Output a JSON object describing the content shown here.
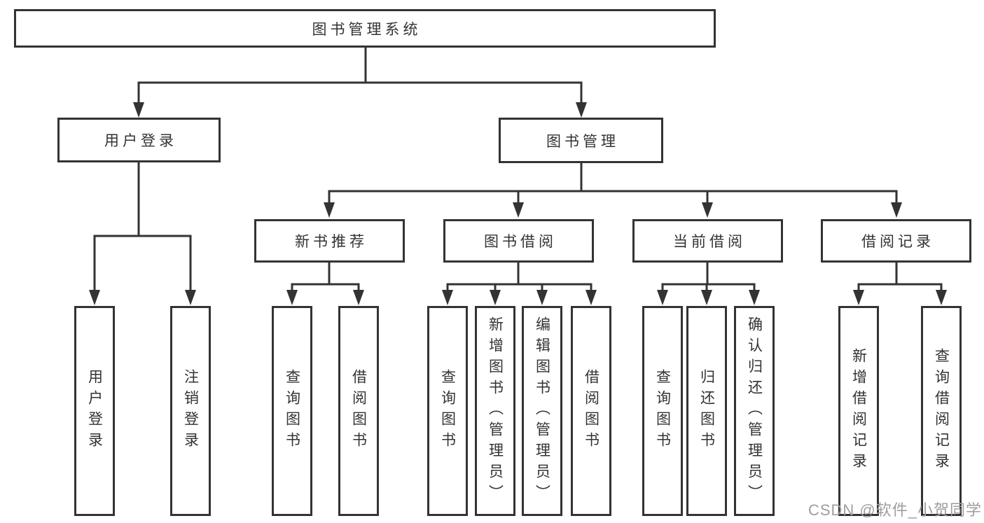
{
  "diagram": {
    "title": "图书管理系统",
    "root": {
      "label": "图书管理系统"
    },
    "level2": [
      {
        "label": "用户登录"
      },
      {
        "label": "图书管理"
      }
    ],
    "level3": [
      {
        "label": "新书推荐",
        "parent": "图书管理"
      },
      {
        "label": "图书借阅",
        "parent": "图书管理"
      },
      {
        "label": "当前借阅",
        "parent": "图书管理"
      },
      {
        "label": "借阅记录",
        "parent": "图书管理"
      }
    ],
    "leaves": [
      {
        "label": "用户登录",
        "parent": "用户登录"
      },
      {
        "label": "注销登录",
        "parent": "用户登录"
      },
      {
        "label": "查询图书",
        "parent": "新书推荐"
      },
      {
        "label": "借阅图书",
        "parent": "新书推荐"
      },
      {
        "label": "查询图书",
        "parent": "图书借阅"
      },
      {
        "label": "新增图书（管理员）",
        "parent": "图书借阅"
      },
      {
        "label": "编辑图书（管理员）",
        "parent": "图书借阅"
      },
      {
        "label": "借阅图书",
        "parent": "图书借阅"
      },
      {
        "label": "查询图书",
        "parent": "当前借阅"
      },
      {
        "label": "归还图书",
        "parent": "当前借阅"
      },
      {
        "label": "确认归还（管理员）",
        "parent": "当前借阅"
      },
      {
        "label": "新增借阅记录",
        "parent": "借阅记录"
      },
      {
        "label": "查询借阅记录",
        "parent": "借阅记录"
      }
    ]
  },
  "watermark": "CSDN @软件_小贺同学",
  "colors": {
    "line": "#333333",
    "box_border": "#333333",
    "box_fill": "#ffffff",
    "text": "#333333",
    "watermark": "#9e9e9e",
    "background": "#ffffff"
  }
}
